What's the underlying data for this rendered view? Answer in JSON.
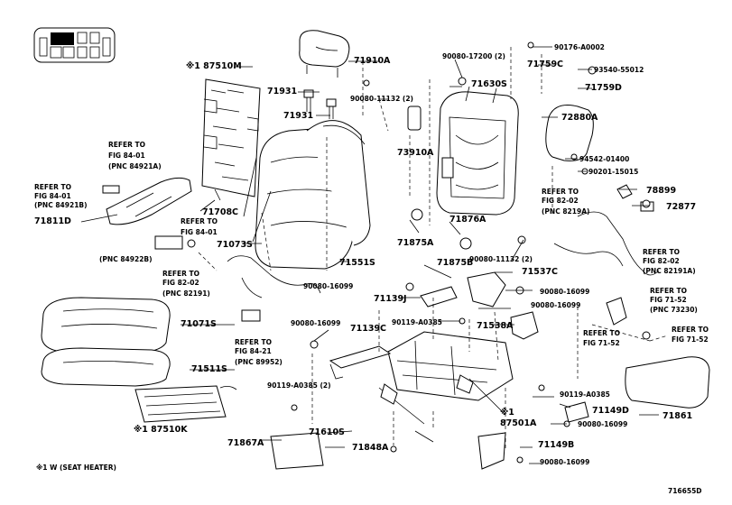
{
  "diagram_id": "716655D",
  "footnote": "※1  W (SEAT HEATER)",
  "part_labels": [
    {
      "id": "p71910A",
      "text": "71910A"
    },
    {
      "id": "p71931a",
      "text": "71931"
    },
    {
      "id": "p71931b",
      "text": "71931"
    },
    {
      "id": "p87510M",
      "text": "※1  87510M"
    },
    {
      "id": "p90080_17200",
      "text": "90080-17200 (2)"
    },
    {
      "id": "p90176",
      "text": "90176-A0002"
    },
    {
      "id": "p71759C",
      "text": "71759C"
    },
    {
      "id": "p93540",
      "text": "93540-55012"
    },
    {
      "id": "p71630S",
      "text": "71630S"
    },
    {
      "id": "p71759D",
      "text": "71759D"
    },
    {
      "id": "p90080_11132a",
      "text": "90080-11132 (2)"
    },
    {
      "id": "p72880A",
      "text": "72880A"
    },
    {
      "id": "p73910A",
      "text": "73910A"
    },
    {
      "id": "p94542",
      "text": "94542-01400"
    },
    {
      "id": "p90201",
      "text": "90201-15015"
    },
    {
      "id": "p78899",
      "text": "78899"
    },
    {
      "id": "p72877",
      "text": "72877"
    },
    {
      "id": "p71708C",
      "text": "71708C"
    },
    {
      "id": "p71811D",
      "text": "71811D"
    },
    {
      "id": "p71073S",
      "text": "71073S"
    },
    {
      "id": "p71551S",
      "text": "71551S"
    },
    {
      "id": "p71875A",
      "text": "71875A"
    },
    {
      "id": "p71876A",
      "text": "71876A"
    },
    {
      "id": "p90080_11132b",
      "text": "90080-11132 (2)"
    },
    {
      "id": "p71875B",
      "text": "71875B"
    },
    {
      "id": "p71537C",
      "text": "71537C"
    },
    {
      "id": "p90080_16099a",
      "text": "90080-16099"
    },
    {
      "id": "p71139J",
      "text": "71139J"
    },
    {
      "id": "p90080_16099b",
      "text": "90080-16099"
    },
    {
      "id": "p90080_16099c",
      "text": "90080-16099"
    },
    {
      "id": "p71071S",
      "text": "71071S"
    },
    {
      "id": "p90080_16099d",
      "text": "90080-16099"
    },
    {
      "id": "p71139C",
      "text": "71139C"
    },
    {
      "id": "p90119_a",
      "text": "90119-A0385"
    },
    {
      "id": "p71538A",
      "text": "71538A"
    },
    {
      "id": "p71511S",
      "text": "71511S"
    },
    {
      "id": "p90119_b",
      "text": "90119-A0385 (2)"
    },
    {
      "id": "p90119_c",
      "text": "90119-A0385"
    },
    {
      "id": "p87510K",
      "text": "※1  87510K"
    },
    {
      "id": "p71610S",
      "text": "71610S"
    },
    {
      "id": "pX1",
      "text": "※1"
    },
    {
      "id": "p87501A",
      "text": "87501A"
    },
    {
      "id": "p71149D",
      "text": "71149D"
    },
    {
      "id": "p90080_16099e",
      "text": "90080-16099"
    },
    {
      "id": "p71861",
      "text": "71861"
    },
    {
      "id": "p71867A",
      "text": "71867A"
    },
    {
      "id": "p71848A",
      "text": "71848A"
    },
    {
      "id": "p71149B",
      "text": "71149B"
    },
    {
      "id": "p90080_16099f",
      "text": "90080-16099"
    }
  ],
  "refer_notes": [
    {
      "id": "r1",
      "lines": [
        "REFER TO",
        "FIG 84-01",
        "(PNC 84921A)"
      ]
    },
    {
      "id": "r2",
      "lines": [
        "REFER TO",
        "FIG 84-01",
        "(PNC 84921B)"
      ]
    },
    {
      "id": "r3",
      "lines": [
        "REFER TO",
        "FIG 84-01",
        "(PNC 84922B)"
      ]
    },
    {
      "id": "r4",
      "lines": [
        "REFER TO",
        "FIG 82-02",
        "(PNC 82191)"
      ]
    },
    {
      "id": "r5",
      "lines": [
        "REFER TO",
        "FIG 84-21",
        "(PNC 89952)"
      ]
    },
    {
      "id": "r6",
      "lines": [
        "REFER TO",
        "FIG 82-02",
        "(PNC 8219A)"
      ]
    },
    {
      "id": "r7",
      "lines": [
        "REFER TO",
        "FIG 82-02",
        "(PNC 82191A)"
      ]
    },
    {
      "id": "r8",
      "lines": [
        "REFER TO",
        "FIG 71-52",
        "(PNC 73230)"
      ]
    },
    {
      "id": "r9",
      "lines": [
        "REFER TO",
        "FIG 71-52"
      ]
    },
    {
      "id": "r10",
      "lines": [
        "REFER TO",
        "FIG 71-52"
      ]
    }
  ]
}
